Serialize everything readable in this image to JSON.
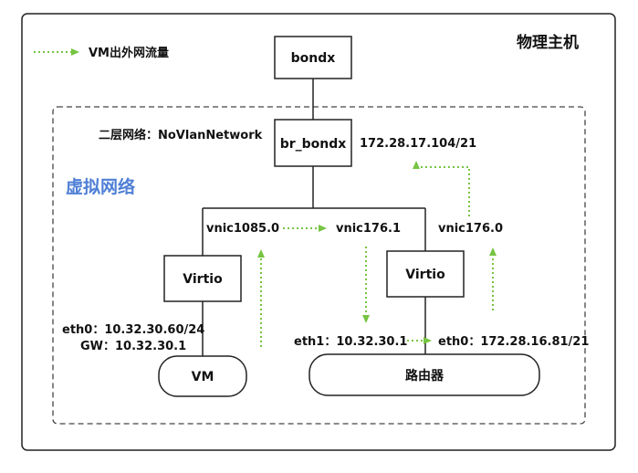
{
  "diagram": {
    "host_title": "物理主机",
    "legend_label": "VM出外网流量",
    "virtual_network_title": "虚拟网络",
    "layer2_label": "二层网络：NoVlanNetwork",
    "bondx_label": "bondx",
    "br_bondx_label": "br_bondx",
    "br_ip_label": "172.28.17.104/21",
    "vnic1085_label": "vnic1085.0",
    "vnic176_1_label": "vnic176.1",
    "vnic176_0_label": "vnic176.0",
    "virtio_left_label": "Virtio",
    "virtio_right_label": "Virtio",
    "vm_eth0_label": "eth0：10.32.30.60/24",
    "vm_gw_label": "GW：10.32.30.1",
    "vm_label": "VM",
    "router_eth1_label": "eth1：10.32.30.1",
    "router_eth0_label": "eth0：172.28.16.81/21",
    "router_label": "路由器"
  },
  "colors": {
    "arrow": "#76c442",
    "vnet_title": "#4f7fd6",
    "text": "#111111",
    "border": "#222222",
    "dash_border": "#444444"
  }
}
